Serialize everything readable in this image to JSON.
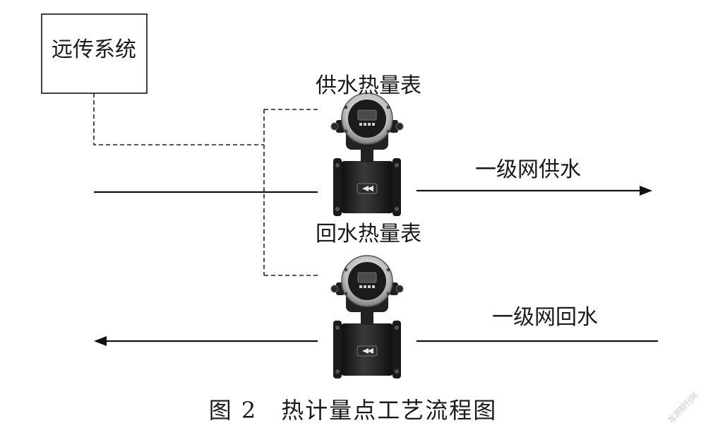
{
  "diagram": {
    "remote_system_label": "远传系统",
    "supply_meter_label": "供水热量表",
    "return_meter_label": "回水热量表",
    "primary_supply_label": "一级网供水",
    "primary_return_label": "一级网回水",
    "caption": "图 2　热计量点工艺流程图",
    "watermark": "龙源期刊网"
  },
  "colors": {
    "line": "#111111",
    "meter_body": "#1c1c1c",
    "meter_ring": "#d8d8d8",
    "display": "#444444"
  }
}
